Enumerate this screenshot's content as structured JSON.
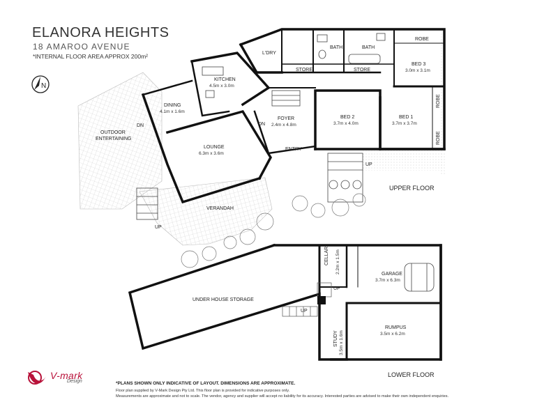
{
  "header": {
    "title": "ELANORA HEIGHTS",
    "subtitle": "18 AMAROO AVENUE",
    "area": "*INTERNAL FLOOR AREA APPROX 200m²"
  },
  "compass": {
    "letter": "N"
  },
  "upper_floor": {
    "label": "UPPER FLOOR",
    "rooms": {
      "ldry": "L'DRY",
      "bath1": "BATH",
      "bath2": "BATH",
      "store1": "STORE",
      "store2": "STORE",
      "robe1": "ROBE",
      "robe2": "ROBE",
      "robe3": "ROBE",
      "bed3": "BED 3",
      "bed3_dim": "3.0m x 3.1m",
      "kitchen": "KITCHEN",
      "kitchen_dim": "4.5m x 3.0m",
      "dining": "DINING",
      "dining_dim": "4.1m x 1.6m",
      "foyer": "FOYER",
      "foyer_dim": "2.4m x 4.8m",
      "bed2": "BED 2",
      "bed2_dim": "3.7m x 4.0m",
      "bed1": "BED 1",
      "bed1_dim": "3.7m x 3.7m",
      "outdoor": "OUTDOOR",
      "entertaining": "ENTERTAINING",
      "lounge": "LOUNGE",
      "lounge_dim": "6.3m x 3.6m",
      "entry": "ENTRY",
      "verandah": "VERANDAH",
      "dn1": "DN",
      "dn2": "DN",
      "up1": "UP",
      "up2": "UP"
    }
  },
  "lower_floor": {
    "label": "LOWER FLOOR",
    "rooms": {
      "cellar": "CELLAR",
      "cellar_dim": "2.2m x 1.5m",
      "garage": "GARAGE",
      "garage_dim": "3.7m x 6.3m",
      "storage": "UNDER HOUSE STORAGE",
      "study": "STUDY",
      "study_dim": "3.5m x 1.6m",
      "rumpus": "RUMPUS",
      "rumpus_dim": "3.5m x 6.2m",
      "up1": "UP",
      "up2": "UP"
    }
  },
  "footer": {
    "logo_name": "V-mark",
    "logo_sub": "Design",
    "disclaimer_title": "*PLANS SHOWN ONLY INDICATIVE OF LAYOUT. DIMENSIONS ARE APPROXIMATE.",
    "disclaimer_line1": "Floor plan supplied by V-Mark Design Pty Ltd. This floor plan is provided for indicative purposes only.",
    "disclaimer_line2": "Measurements are approximate and not to scale. The vendor, agency and supplier will accept no liability for its accuracy. Interested parties are advised to make their own independent enquiries."
  },
  "colors": {
    "wall": "#111111",
    "brand": "#b8123a",
    "hatch": "#cccccc"
  }
}
